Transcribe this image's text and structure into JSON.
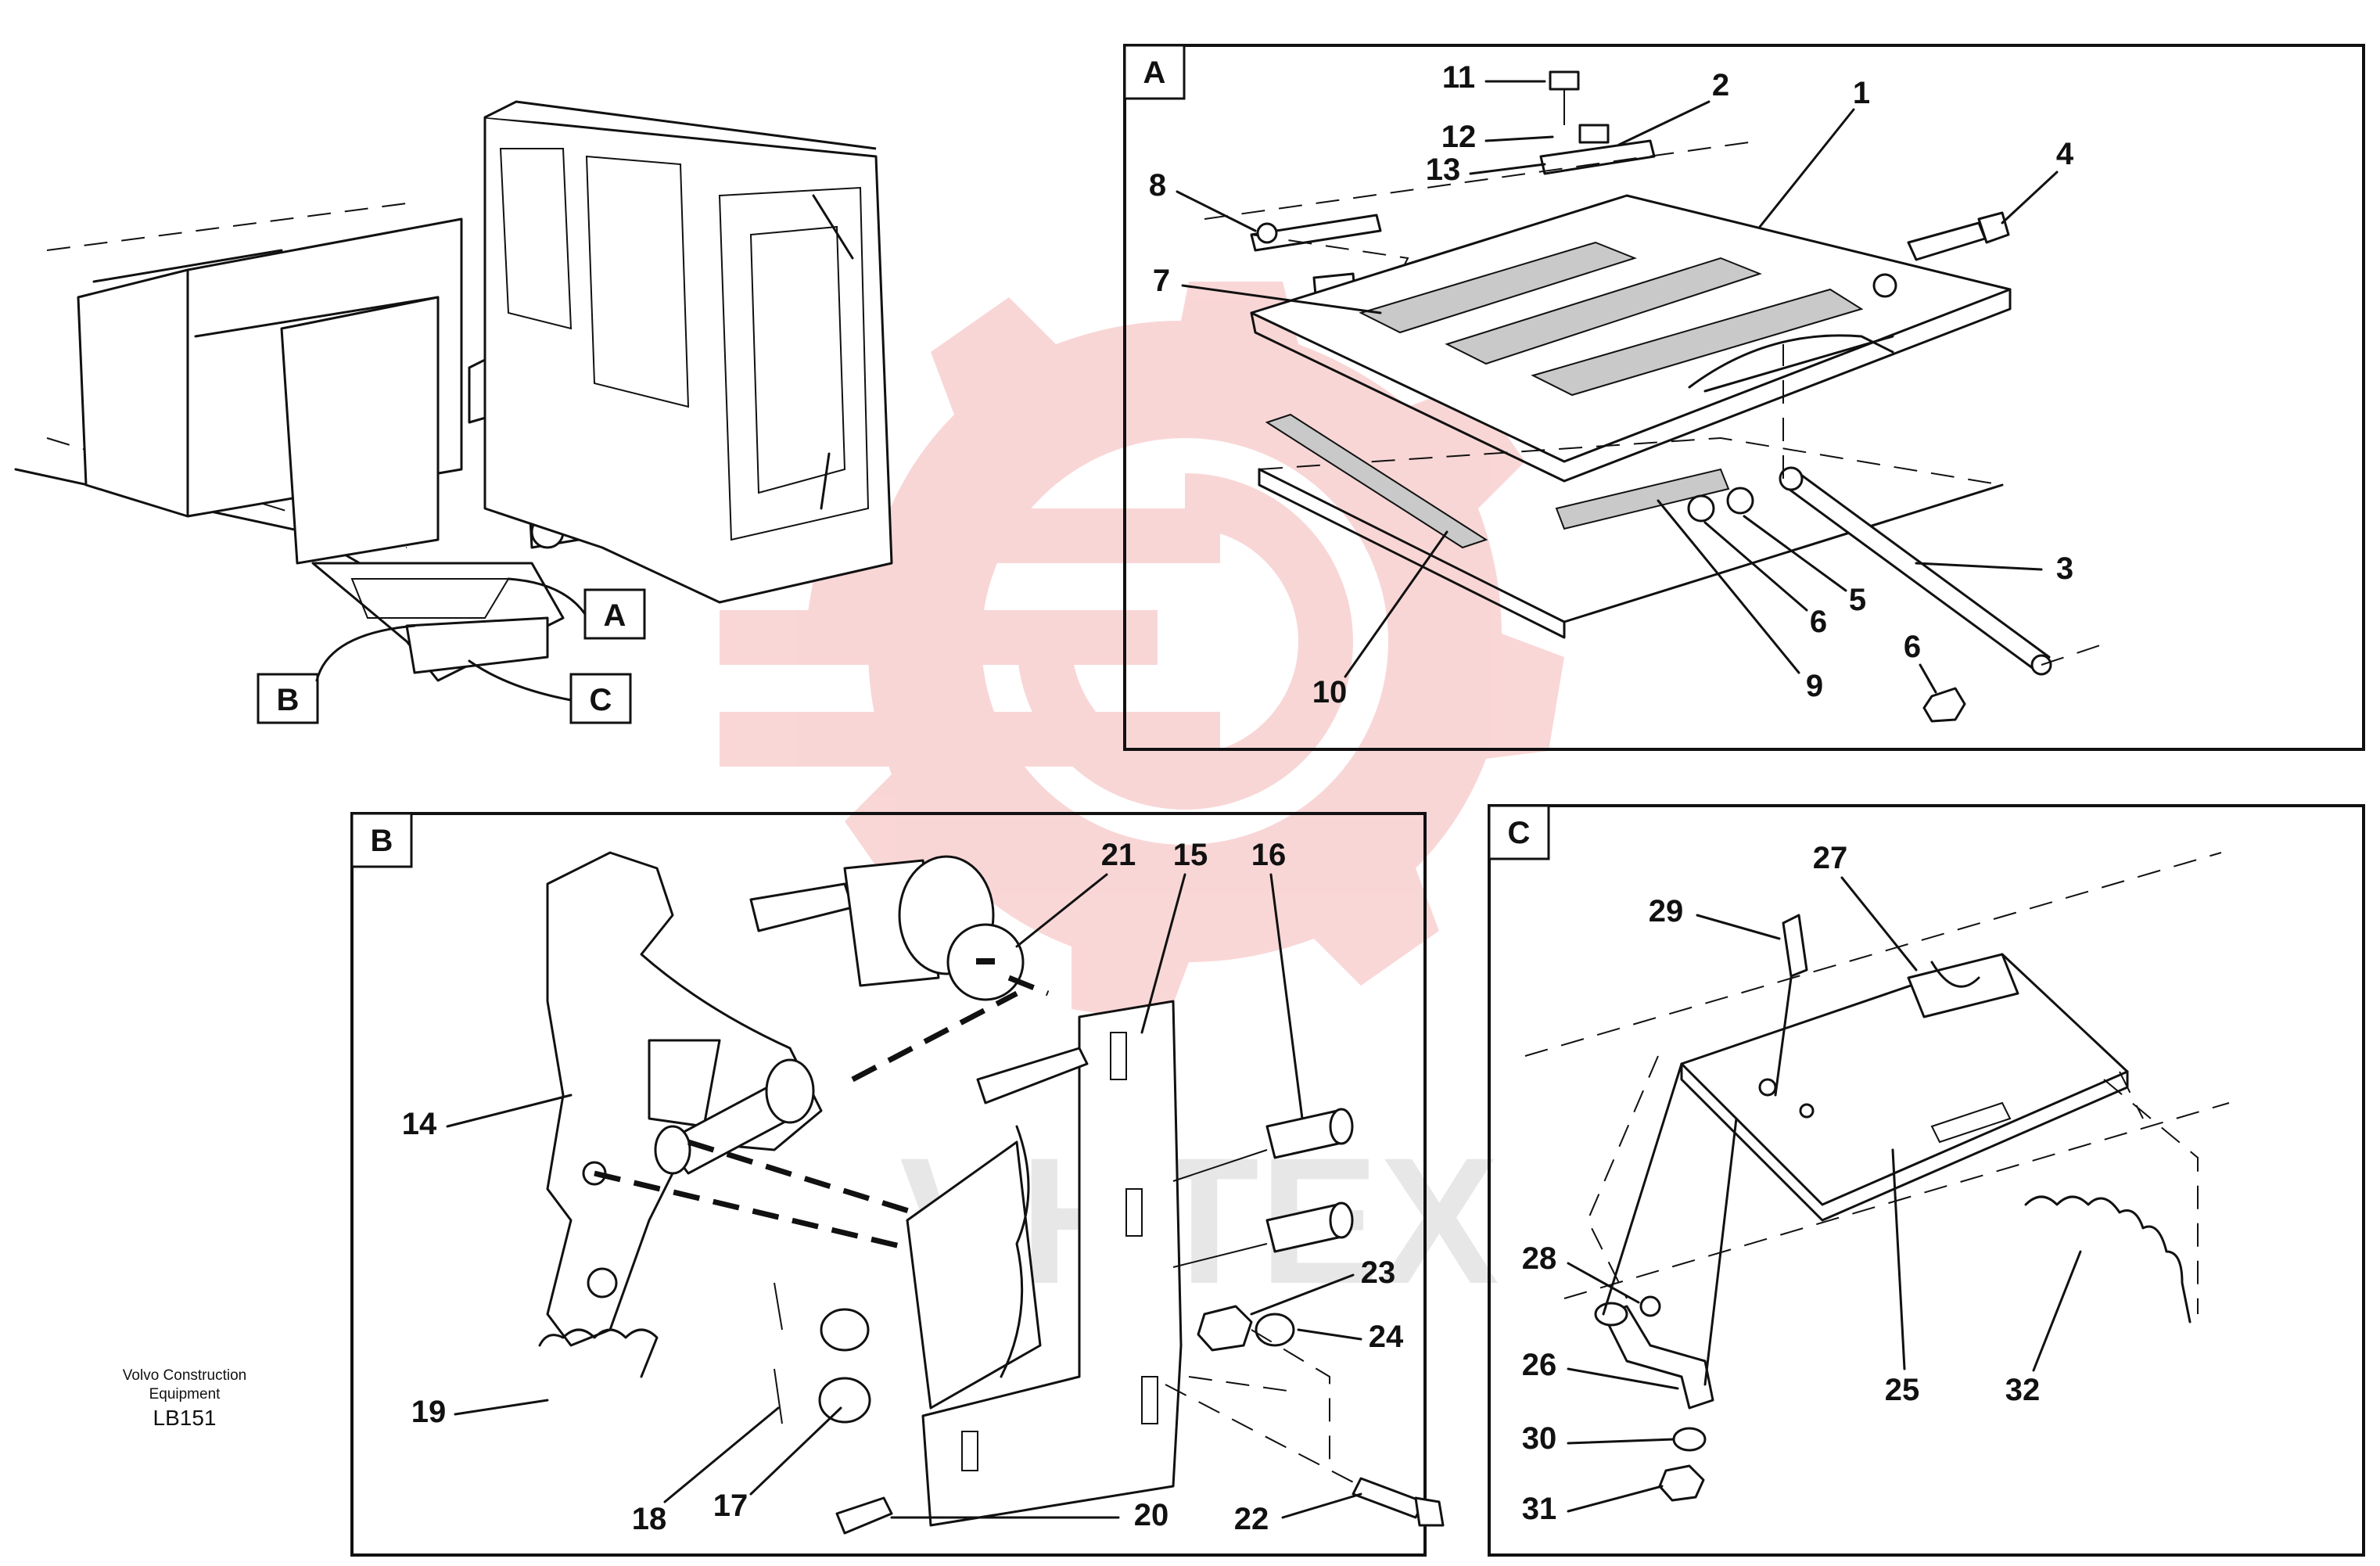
{
  "panels": {
    "A": {
      "label": "A"
    },
    "B": {
      "label": "B"
    },
    "C": {
      "label": "C"
    }
  },
  "overview_tags": {
    "A": "A",
    "B": "B",
    "C": "C"
  },
  "watermark": {
    "text": "VHTEX",
    "color": "#e8474a"
  },
  "callouts": {
    "p1": "1",
    "p2": "2",
    "p3": "3",
    "p4": "4",
    "p5": "5",
    "p6a": "6",
    "p6b": "6",
    "p7": "7",
    "p8": "8",
    "p9": "9",
    "p10": "10",
    "p11": "11",
    "p12": "12",
    "p13": "13",
    "p14": "14",
    "p15": "15",
    "p16": "16",
    "p17": "17",
    "p18": "18",
    "p19": "19",
    "p20": "20",
    "p21": "21",
    "p22": "22",
    "p23": "23",
    "p24": "24",
    "p25": "25",
    "p26": "26",
    "p27": "27",
    "p28": "28",
    "p29": "29",
    "p30": "30",
    "p31": "31",
    "p32": "32"
  },
  "footer": {
    "line1": "Volvo Construction",
    "line2": "Equipment",
    "code": "LB151"
  }
}
